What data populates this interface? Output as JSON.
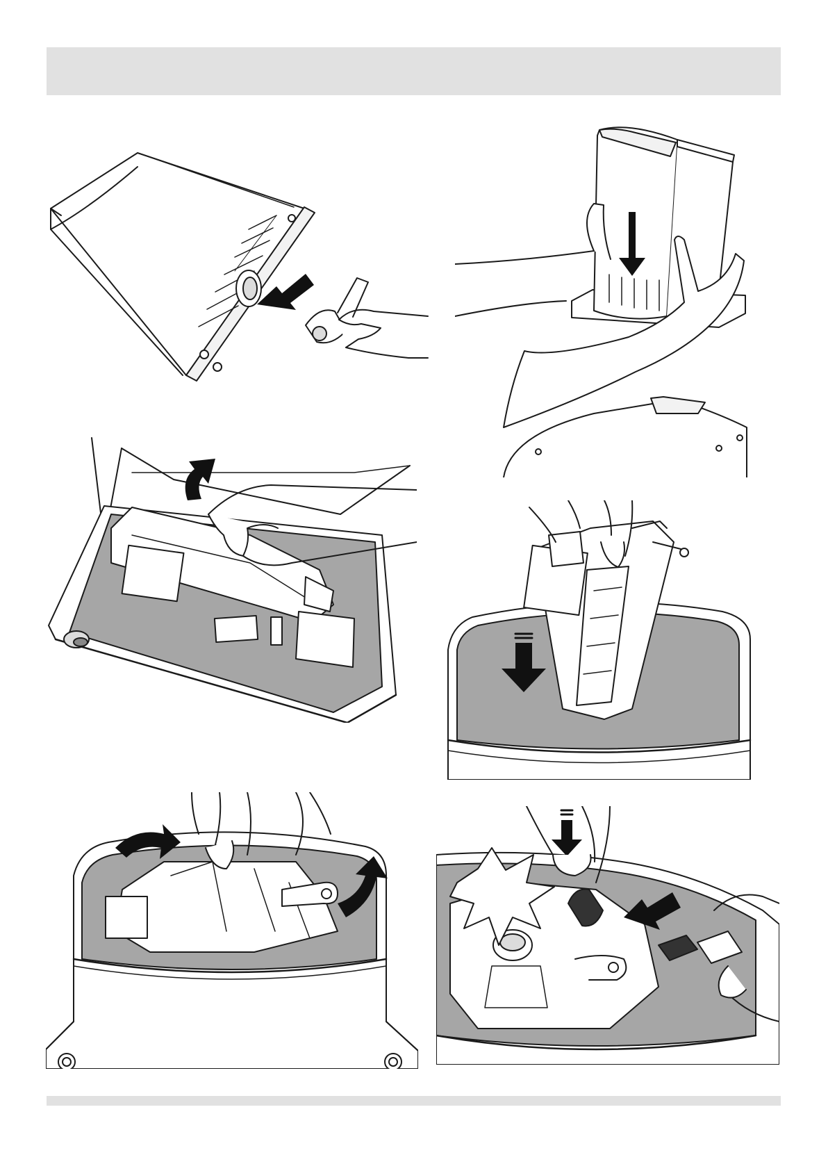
{
  "page": {
    "header_title": "",
    "footer_text": ""
  },
  "colors": {
    "band": "#e1e1e1",
    "outline": "#1a1a1a",
    "interior_gray": "#a6a6a6",
    "light_gray": "#f2f2f2",
    "arrow": "#111111"
  },
  "steps": [
    {
      "icon": "insert-valve-into-tank-illustration",
      "arrow": "right-arrow-icon"
    },
    {
      "icon": "lower-container-onto-base-illustration",
      "arrow": "down-arrow-icon"
    },
    {
      "icon": "lift-unit-from-box-illustration",
      "arrow": "rotate-up-arrow-icon"
    },
    {
      "icon": "insert-unit-into-container-illustration",
      "arrow": "down-arrow-icon"
    },
    {
      "icon": "rotate-levers-illustration",
      "arrow": "rotate-arrows-icon"
    },
    {
      "icon": "push-connector-click-illustration",
      "arrow": "push-arrows-icon"
    }
  ]
}
